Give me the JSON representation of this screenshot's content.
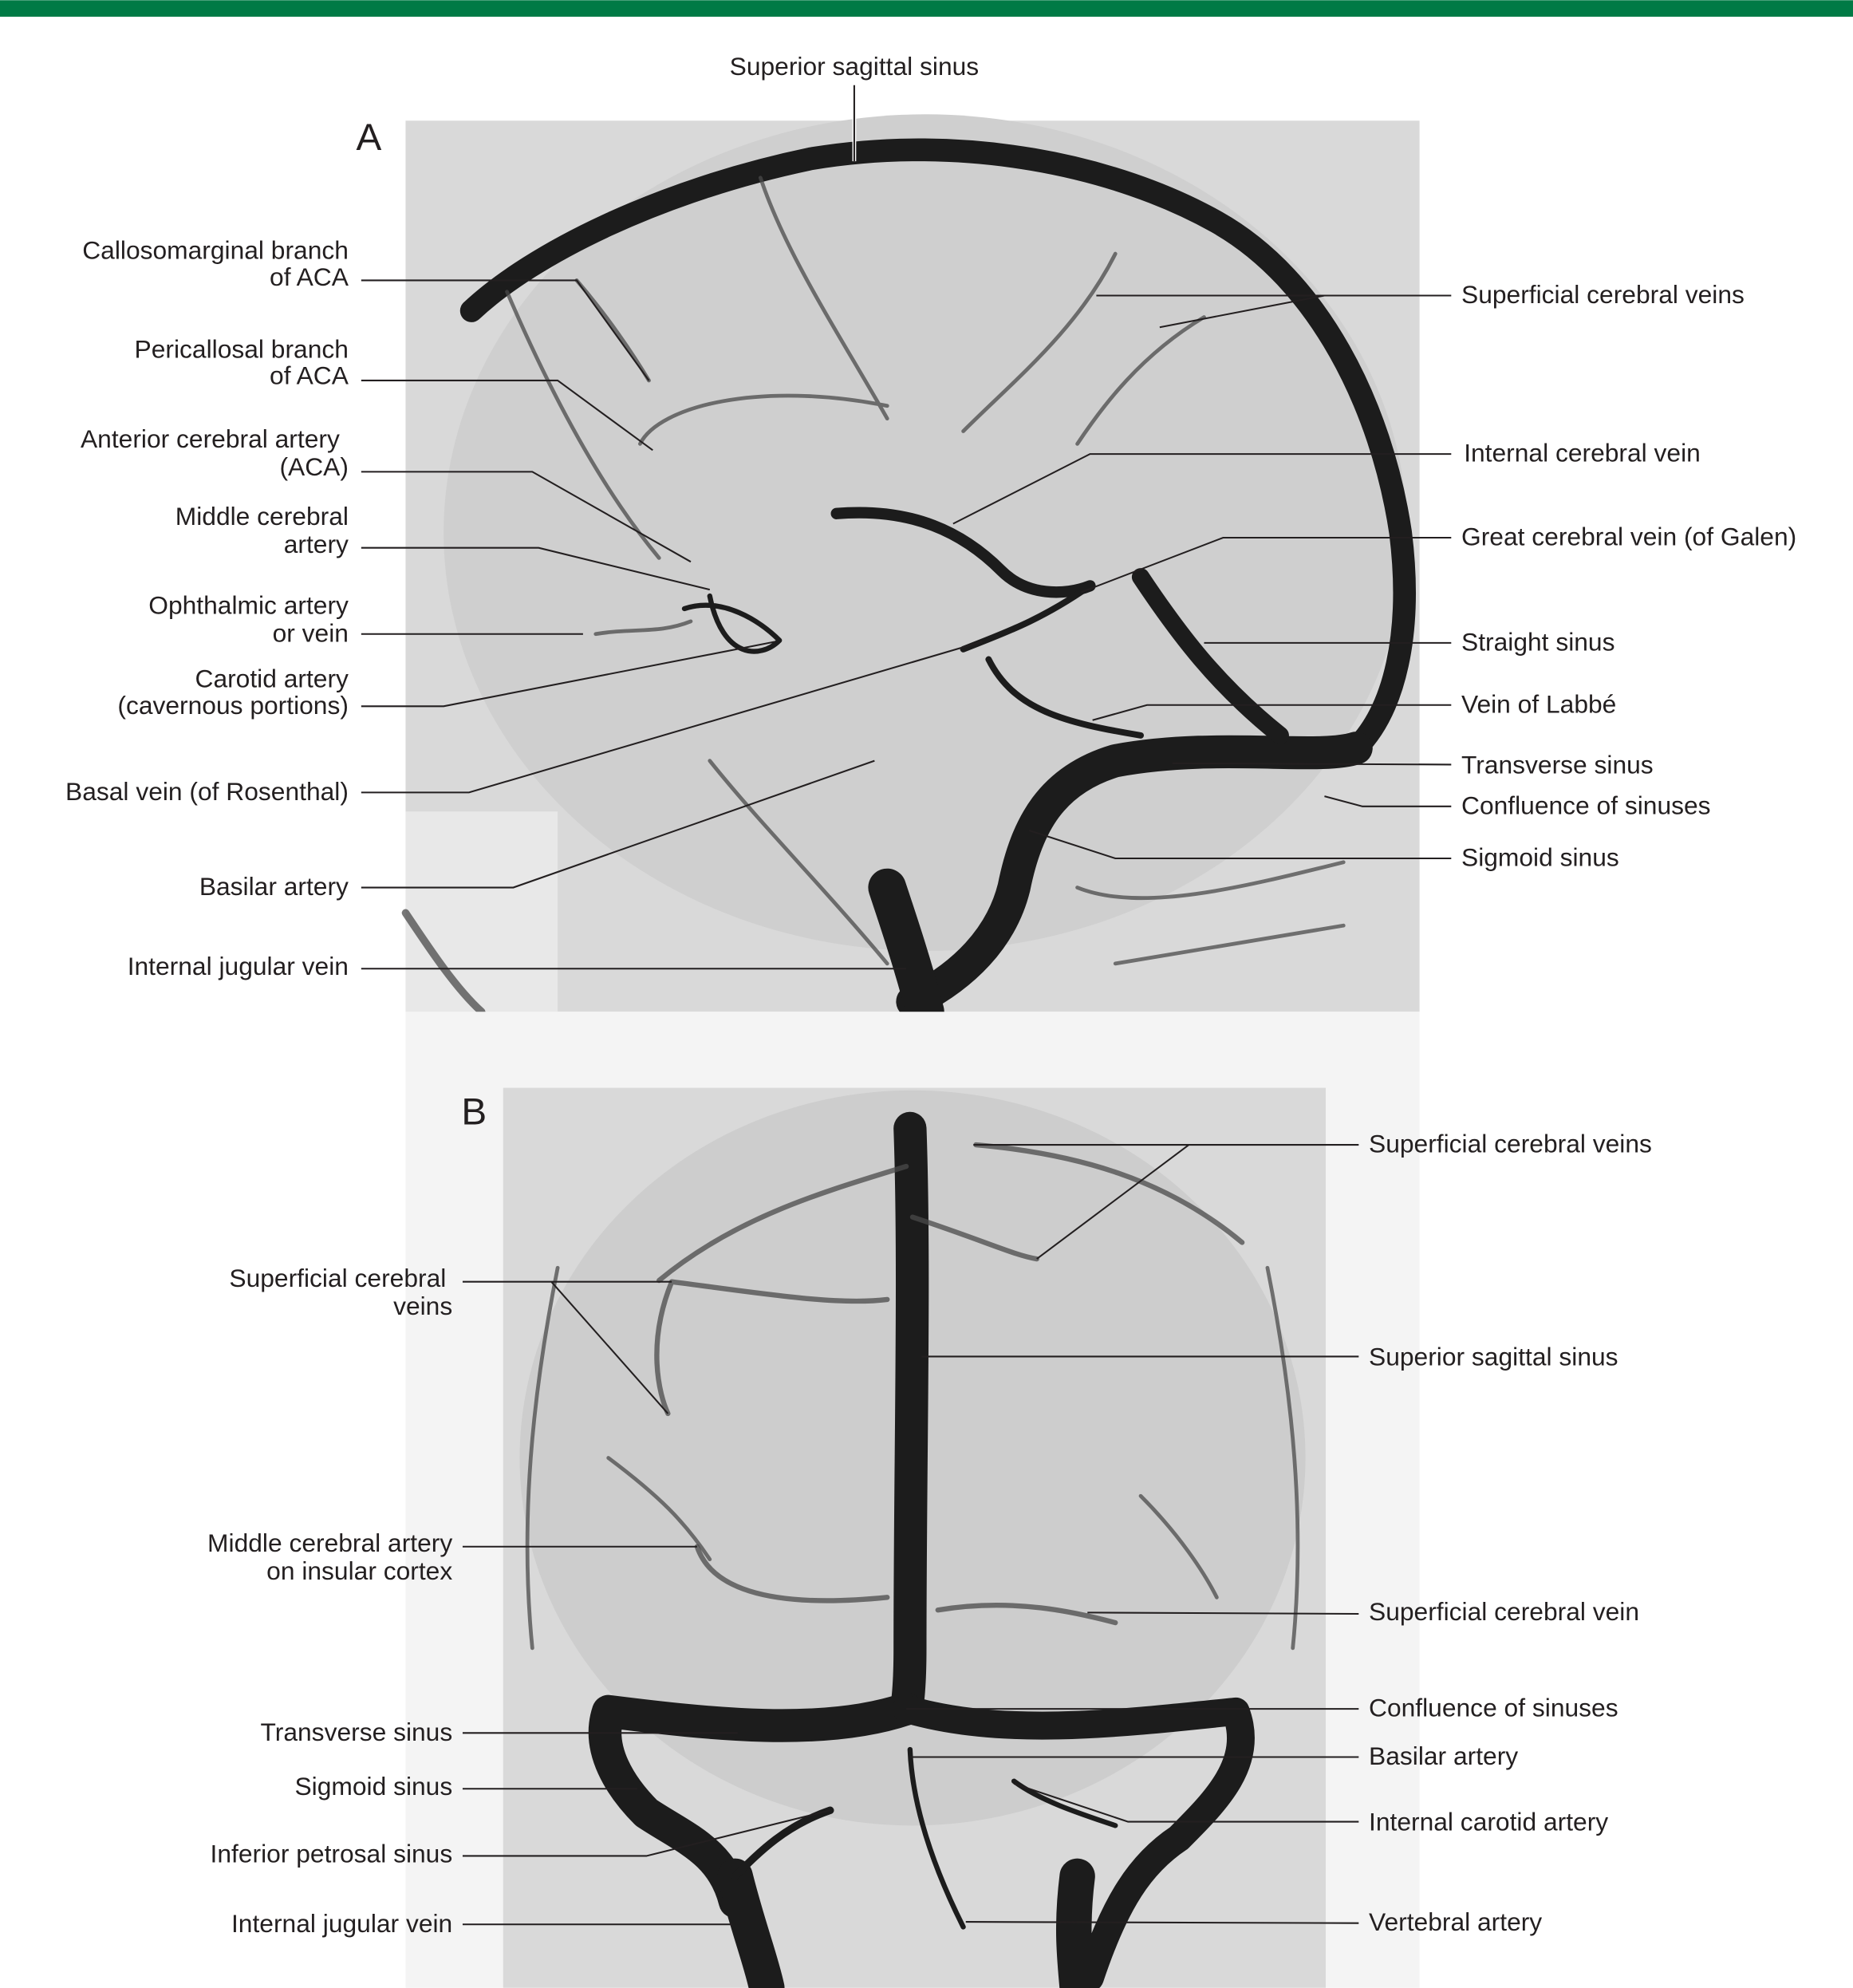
{
  "colors": {
    "header_bar": "#007a45",
    "ink": "#231f20",
    "radiograph_bg": "#dcdcdc"
  },
  "panel_a": {
    "letter": "A",
    "top_label": "Superior sagittal sinus",
    "left_labels": [
      {
        "lines": [
          "Callosomarginal branch",
          "of ACA"
        ]
      },
      {
        "lines": [
          "Pericallosal branch",
          "of ACA"
        ]
      },
      {
        "lines": [
          "Anterior cerebral artery",
          "(ACA)"
        ]
      },
      {
        "lines": [
          "Middle cerebral",
          "artery"
        ]
      },
      {
        "lines": [
          "Ophthalmic artery",
          "or vein"
        ]
      },
      {
        "lines": [
          "Carotid artery",
          "(cavernous portions)"
        ]
      },
      {
        "lines": [
          "Basal vein (of Rosenthal)"
        ]
      },
      {
        "lines": [
          "Basilar artery"
        ]
      },
      {
        "lines": [
          "Internal jugular vein"
        ]
      }
    ],
    "right_labels": [
      "Superficial cerebral veins",
      "Internal cerebral vein",
      "Great cerebral vein (of Galen)",
      "Straight sinus",
      "Vein of Labbé",
      "Transverse sinus",
      "Confluence of sinuses",
      "Sigmoid sinus"
    ]
  },
  "panel_b": {
    "letter": "B",
    "left_labels": [
      {
        "lines": [
          "Superficial cerebral",
          "veins"
        ]
      },
      {
        "lines": [
          "Middle cerebral artery",
          "on insular cortex"
        ]
      },
      {
        "lines": [
          "Transverse sinus"
        ]
      },
      {
        "lines": [
          "Sigmoid sinus"
        ]
      },
      {
        "lines": [
          "Inferior petrosal sinus"
        ]
      },
      {
        "lines": [
          "Internal jugular vein"
        ]
      }
    ],
    "right_labels": [
      "Superficial cerebral veins",
      "Superior sagittal sinus",
      "Superficial cerebral vein",
      "Confluence of sinuses",
      "Basilar artery",
      "Internal carotid artery",
      "Vertebral artery"
    ]
  }
}
